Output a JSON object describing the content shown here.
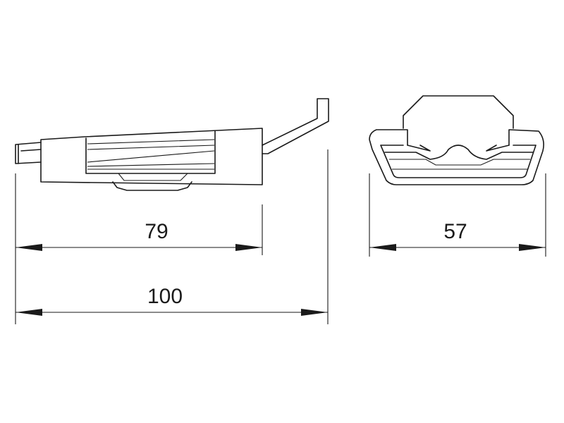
{
  "dimensions": {
    "side_inner_length": "79",
    "side_total_length": "100",
    "end_width": "57"
  }
}
